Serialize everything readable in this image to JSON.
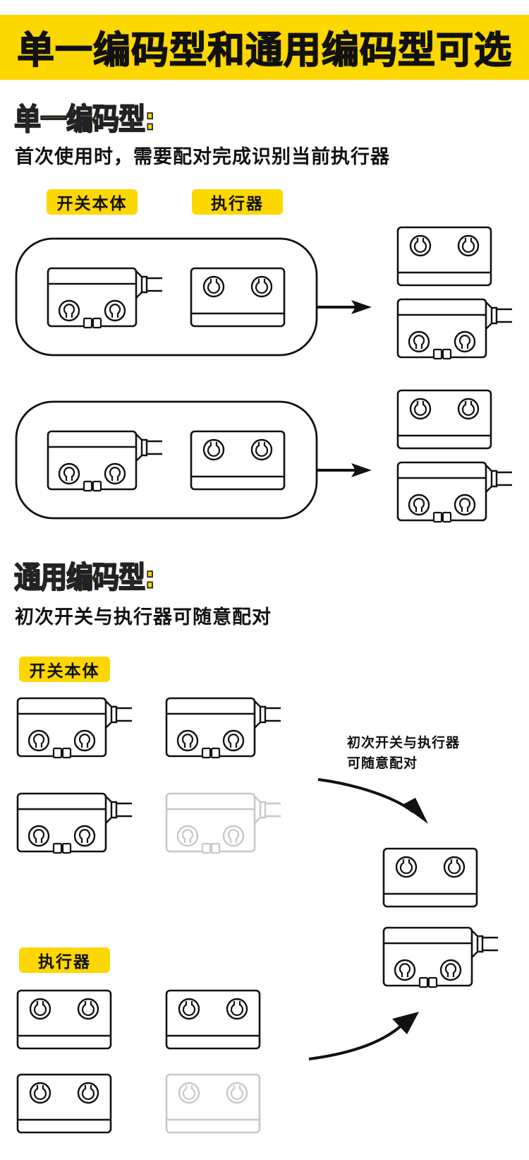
{
  "banner": {
    "title": "单一编码型和通用编码型可选"
  },
  "colors": {
    "accent": "#FCD700",
    "ink": "#111111",
    "faded": "#c8c8c8"
  },
  "single_coding": {
    "title": "单一编码型:",
    "description": "首次使用时，需要配对完成识别当前执行器",
    "tags": {
      "switch_body": "开关本体",
      "actuator": "执行器"
    },
    "pairs": [
      {
        "group": "switch-body + actuator",
        "result": "paired actuator over switch body"
      },
      {
        "group": "switch-body + actuator",
        "result": "paired actuator over switch body"
      }
    ]
  },
  "universal_coding": {
    "title": "通用编码型:",
    "description": "初次开关与执行器可随意配对",
    "tags": {
      "switch_body": "开关本体",
      "actuator": "执行器"
    },
    "arrow_caption_line1": "初次开关与执行器",
    "arrow_caption_line2": "可随意配对",
    "switch_bodies": [
      {
        "state": "normal"
      },
      {
        "state": "normal"
      },
      {
        "state": "normal"
      },
      {
        "state": "faded"
      }
    ],
    "actuators": [
      {
        "state": "normal"
      },
      {
        "state": "normal"
      },
      {
        "state": "normal"
      },
      {
        "state": "faded"
      }
    ]
  },
  "icons": {
    "switch_body": "switch-body-icon",
    "actuator": "actuator-icon",
    "arrow": "arrow-right-icon",
    "curved_arrow": "curved-arrow-icon"
  }
}
